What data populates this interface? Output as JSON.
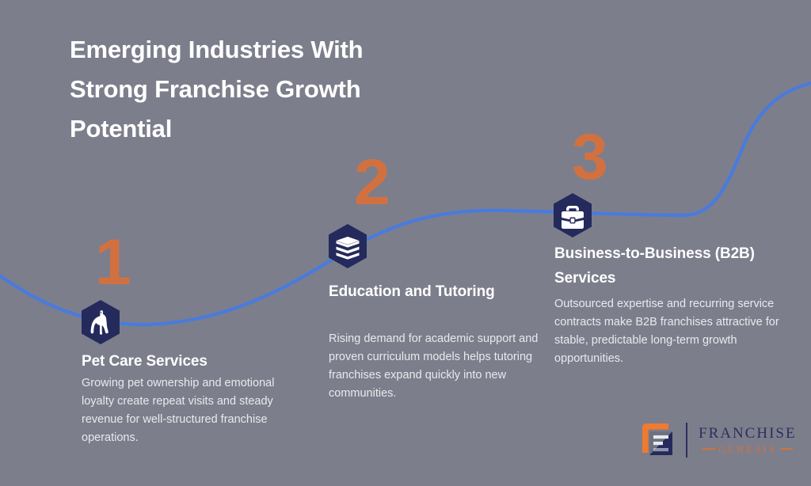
{
  "page": {
    "background_color": "#7d7e8c",
    "heading": "Emerging Industries With Strong Franchise Growth Potential"
  },
  "theme": {
    "accent_orange": "#d2713f",
    "badge_navy": "#242a5b",
    "curve_blue": "#4a7bdb",
    "text_white": "#ffffff",
    "text_body": "#e9e9ee"
  },
  "steps": [
    {
      "number": "1",
      "icon": "dog-icon",
      "title": "Pet Care Services",
      "description": "Growing pet ownership and emotional loyalty create repeat visits and steady revenue for well-structured franchise operations."
    },
    {
      "number": "2",
      "icon": "books-icon",
      "title": "Education and Tutoring",
      "description": "Rising demand for academic support and proven curriculum models helps tutoring franchises expand quickly into new communities."
    },
    {
      "number": "3",
      "icon": "briefcase-icon",
      "title": "Business-to-Business (B2B) Services",
      "description": "Outsourced expertise and recurring service contracts make B2B franchises attractive for stable, predictable long-term growth opportunities."
    }
  ],
  "logo": {
    "mark": "franchise-genesis-mark",
    "word_top": "FRANCHISE",
    "word_bottom": "GENESIS"
  }
}
